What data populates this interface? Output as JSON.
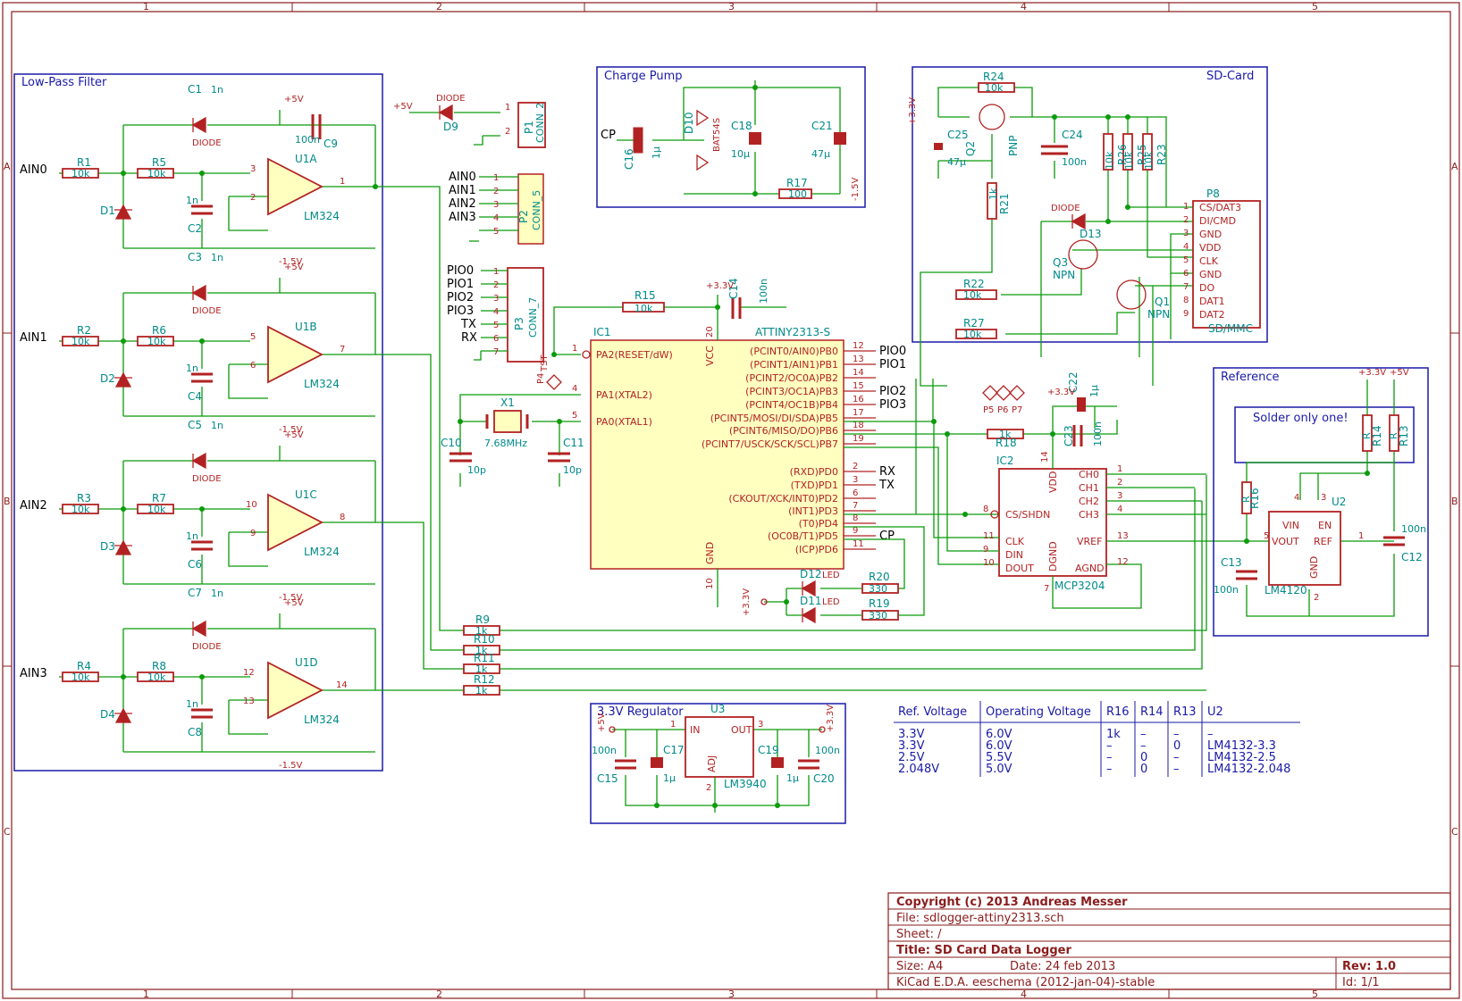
{
  "sheet": {
    "columns": [
      "1",
      "2",
      "3",
      "4",
      "5"
    ],
    "rows": [
      "A",
      "B",
      "C"
    ]
  },
  "blocks": {
    "low_pass_filter": "Low-Pass Filter",
    "charge_pump": "Charge Pump",
    "sd_card": "SD-Card",
    "reference": "Reference",
    "regulator": "3.3V Regulator",
    "solder_note": "Solder only one!"
  },
  "inputs": [
    "AIN0",
    "AIN1",
    "AIN2",
    "AIN3"
  ],
  "opamps": [
    {
      "ref": "U1A",
      "value": "LM324",
      "r_in": "R1",
      "r_f": "R5",
      "c_fb": "C1",
      "c_g": "C2",
      "diode": "D1",
      "in_p": "3",
      "in_n": "2",
      "out": "1"
    },
    {
      "ref": "U1B",
      "value": "LM324",
      "r_in": "R2",
      "r_f": "R6",
      "c_fb": "C3",
      "c_g": "C4",
      "diode": "D2",
      "in_p": "5",
      "in_n": "6",
      "out": "7"
    },
    {
      "ref": "U1C",
      "value": "LM324",
      "r_in": "R3",
      "r_f": "R7",
      "c_fb": "C5",
      "c_g": "C6",
      "diode": "D3",
      "in_p": "10",
      "in_n": "9",
      "out": "8"
    },
    {
      "ref": "U1D",
      "value": "LM324",
      "r_in": "R4",
      "r_f": "R8",
      "c_fb": "C7",
      "c_g": "C8",
      "diode": "D4",
      "in_p": "12",
      "in_n": "13",
      "out": "14"
    }
  ],
  "common": {
    "r10k": "10k",
    "c1n": "1n",
    "diode": "DIODE",
    "c100n": "100n",
    "c9": "C9",
    "p5v": "+5V",
    "m15v": "-1.5V",
    "p33v": "+3.3V",
    "pin4": "4",
    "pin11": "11"
  },
  "connectors": {
    "p1": {
      "ref": "P1",
      "value": "CONN_2",
      "pins": [
        "1",
        "2"
      ]
    },
    "d9": "D9",
    "p2": {
      "ref": "P2",
      "value": "CONN_5",
      "pins": [
        "1",
        "2",
        "3",
        "4",
        "5"
      ],
      "nets": [
        "AIN0",
        "AIN1",
        "AIN2",
        "AIN3"
      ]
    },
    "p3": {
      "ref": "P3",
      "value": "CONN_7",
      "pins": [
        "1",
        "2",
        "3",
        "4",
        "5",
        "6",
        "7"
      ],
      "nets": [
        "PIO0",
        "PIO1",
        "PIO2",
        "PIO3",
        "TX",
        "RX"
      ]
    }
  },
  "mcu": {
    "ref": "IC1",
    "value": "ATTINY2313-S",
    "left": [
      {
        "pin": "1",
        "name": "PA2(RESET/dW)"
      },
      {
        "pin": "4",
        "name": "PA1(XTAL2)"
      },
      {
        "pin": "5",
        "name": "PA0(XTAL1)"
      }
    ],
    "right": [
      {
        "pin": "12",
        "name": "(PCINT0/AIN0)PB0",
        "net": "PIO0"
      },
      {
        "pin": "13",
        "name": "(PCINT1/AIN1)PB1",
        "net": "PIO1"
      },
      {
        "pin": "14",
        "name": "(PCINT2/OC0A)PB2",
        "net": ""
      },
      {
        "pin": "15",
        "name": "(PCINT3/OC1A)PB3",
        "net": "PIO2"
      },
      {
        "pin": "16",
        "name": "(PCINT4/OC1B)PB4",
        "net": "PIO3"
      },
      {
        "pin": "17",
        "name": "(PCINT5/MOSI/DI/SDA)PB5",
        "net": ""
      },
      {
        "pin": "18",
        "name": "(PCINT6/MISO/DO)PB6",
        "net": ""
      },
      {
        "pin": "19",
        "name": "(PCINT7/USCK/SCK/SCL)PB7",
        "net": ""
      },
      {
        "pin": "2",
        "name": "(RXD)PD0",
        "net": "RX"
      },
      {
        "pin": "3",
        "name": "(TXD)PD1",
        "net": "TX"
      },
      {
        "pin": "6",
        "name": "(CKOUT/XCK/INT0)PD2",
        "net": ""
      },
      {
        "pin": "7",
        "name": "(INT1)PD3",
        "net": ""
      },
      {
        "pin": "8",
        "name": "(T0)PD4",
        "net": ""
      },
      {
        "pin": "9",
        "name": "(OC0B/T1)PD5",
        "net": "CP"
      },
      {
        "pin": "11",
        "name": "(ICP)PD6",
        "net": ""
      }
    ],
    "vcc": "VCC",
    "gnd": "GND",
    "vcc_pin": "20",
    "gnd_pin": "10"
  },
  "misc": {
    "r15": "R15",
    "r15v": "10k",
    "c14": "C14",
    "c14v": "100n",
    "p4": "P4",
    "tst": "TST",
    "x1": "X1",
    "x1v": "7.68MHz",
    "c10": "C10",
    "c11": "C11",
    "c10v": "10p",
    "d12": "D12",
    "d11": "D11",
    "led": "LED",
    "r20": "R20",
    "r19": "R19",
    "r330": "330",
    "r9": "R9",
    "r10": "R10",
    "r11": "R11",
    "r12": "R12",
    "r1k": "1k"
  },
  "charge_pump": {
    "cp": "CP",
    "c16": "C16",
    "c16v": "1µ",
    "d10": "D10",
    "d10v": "BAT54S",
    "c18": "C18",
    "c18v": "10µ",
    "c21": "C21",
    "c21v": "47µ",
    "r17": "R17",
    "r17v": "100",
    "m15v": "-1.5V"
  },
  "sd": {
    "r24": "R24",
    "r24v": "10k",
    "q2": "Q2",
    "q2v": "PNP",
    "c25": "C25",
    "c25v": "47µ",
    "c24": "C24",
    "c24v": "100n",
    "r26": "R26",
    "r25": "R25",
    "r23": "R23",
    "r10k": "10k",
    "r21": "R21",
    "r21v": "1k",
    "d13": "D13",
    "diode": "DIODE",
    "q3": "Q3",
    "q3v": "NPN",
    "q1": "Q1",
    "q1v": "NPN",
    "r22": "R22",
    "r27": "R27",
    "p8": "P8",
    "p8v": "SD/MMC",
    "pins": [
      {
        "n": "1",
        "name": "CS/DAT3"
      },
      {
        "n": "2",
        "name": "DI/CMD"
      },
      {
        "n": "3",
        "name": "GND"
      },
      {
        "n": "4",
        "name": "VDD"
      },
      {
        "n": "5",
        "name": "CLK"
      },
      {
        "n": "6",
        "name": "GND"
      },
      {
        "n": "7",
        "name": "DO"
      },
      {
        "n": "8",
        "name": "DAT1"
      },
      {
        "n": "9",
        "name": "DAT2"
      }
    ]
  },
  "adc": {
    "ref": "IC2",
    "value": "MCP3204",
    "left": [
      {
        "pin": "8",
        "name": "CS/SHDN"
      },
      {
        "pin": "11",
        "name": "CLK"
      },
      {
        "pin": "9",
        "name": "DIN"
      },
      {
        "pin": "10",
        "name": "DOUT"
      }
    ],
    "right": [
      {
        "pin": "1",
        "name": "CH0"
      },
      {
        "pin": "2",
        "name": "CH1"
      },
      {
        "pin": "3",
        "name": "CH2"
      },
      {
        "pin": "4",
        "name": "CH3"
      },
      {
        "pin": "13",
        "name": "VREF"
      },
      {
        "pin": "12",
        "name": "AGND"
      }
    ],
    "vdd": "VDD",
    "dgnd": "DGND",
    "vdd_pin": "14",
    "dgnd_pin": "7",
    "r18": "R18",
    "r18v": "1k",
    "c22": "C22",
    "c22v": "1µ",
    "c23": "C23",
    "c23v": "100n",
    "tps": [
      "P5",
      "P6",
      "P7"
    ]
  },
  "reference": {
    "r16": "R16",
    "r14": "R14",
    "r13": "R13",
    "r": "R",
    "u2": "U2",
    "u2v": "LM4120",
    "vin": "VIN",
    "en": "EN",
    "vout": "VOUT",
    "refp": "REF",
    "gnd": "GND",
    "c13": "C13",
    "c12": "C12",
    "c100n": "100n",
    "p4": "4",
    "p3": "3",
    "p5": "5",
    "p1": "1",
    "p2": "2"
  },
  "regulator": {
    "u3": "U3",
    "u3v": "LM3940",
    "in": "IN",
    "out": "OUT",
    "adj": "ADJ",
    "c15": "C15",
    "c17": "C17",
    "c19": "C19",
    "c20": "C20",
    "c100n": "100n",
    "c1u": "1µ",
    "p1": "1",
    "p3": "3",
    "p2": "2"
  },
  "table": {
    "headers": [
      "Ref. Voltage",
      "Operating Voltage",
      "R16",
      "R14",
      "R13",
      "U2"
    ],
    "rows": [
      [
        "3.3V",
        "6.0V",
        "1k",
        "–",
        "–",
        "–"
      ],
      [
        "3.3V",
        "6.0V",
        "–",
        "–",
        "0",
        "LM4132-3.3"
      ],
      [
        "2.5V",
        "5.5V",
        "–",
        "0",
        "–",
        "LM4132-2.5"
      ],
      [
        "2.048V",
        "5.0V",
        "–",
        "0",
        "–",
        "LM4132-2.048"
      ]
    ]
  },
  "title_block": {
    "copyright": "Copyright (c) 2013 Andreas Messer",
    "file": "File: sdlogger-attiny2313.sch",
    "sheet": "Sheet: /",
    "title": "Title: SD Card Data Logger",
    "size": "Size: A4",
    "date": "Date: 24 feb 2013",
    "rev": "Rev: 1.0",
    "tool": "KiCad E.D.A.  eeschema (2012-jan-04)-stable",
    "id": "Id: 1/1"
  }
}
